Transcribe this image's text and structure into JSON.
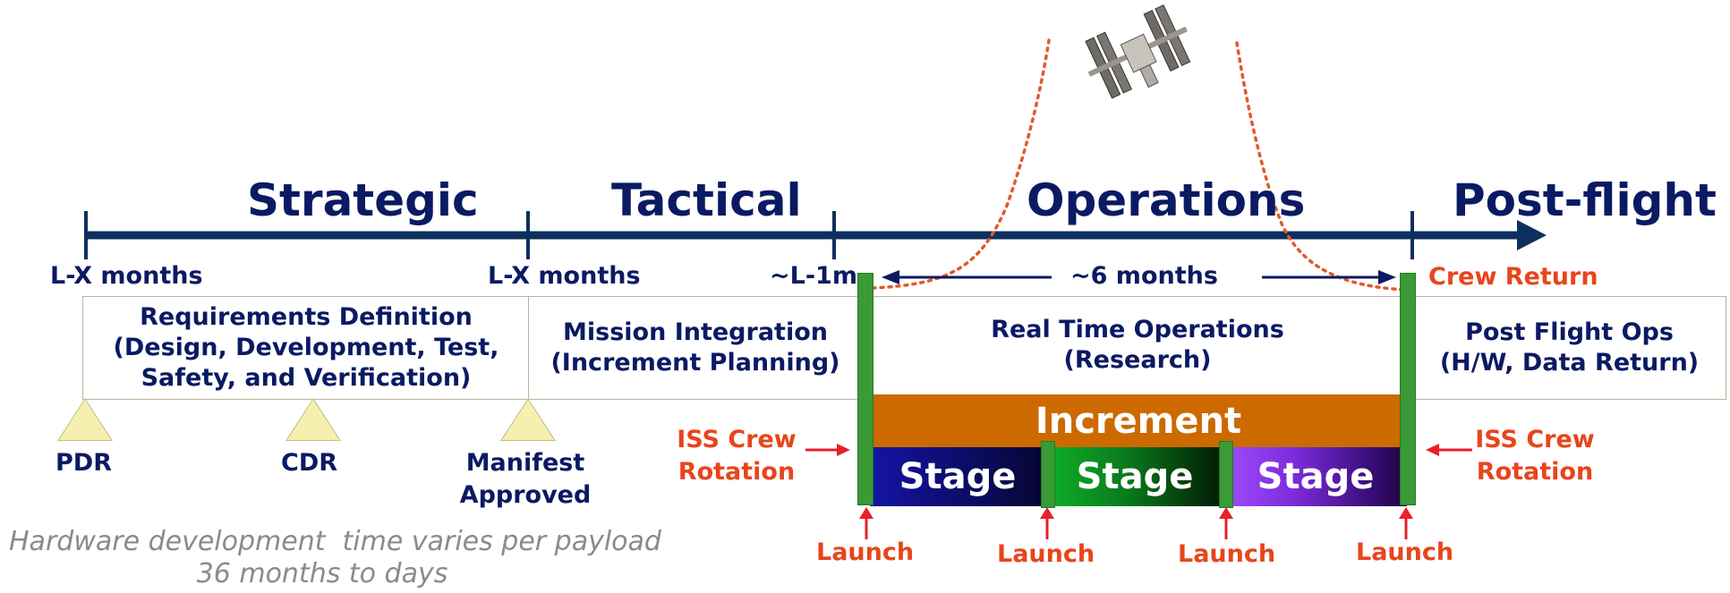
{
  "phases": {
    "strategic": "Strategic",
    "tactical": "Tactical",
    "operations": "Operations",
    "postflight": "Post-flight"
  },
  "milestones": {
    "lx1": "L-X months",
    "lx2": "L-X months",
    "l1m": "~L-1m",
    "six_months": "~6 months",
    "crew_return": "Crew Return"
  },
  "boxes": {
    "requirements": [
      "Requirements Definition",
      "(Design, Development, Test,",
      "Safety, and Verification)"
    ],
    "mission": [
      "Mission Integration",
      "(Increment Planning)"
    ],
    "realtime": [
      "Real Time Operations",
      "(Research)"
    ],
    "postflight": [
      "Post Flight Ops",
      "(H/W, Data Return)"
    ]
  },
  "reviews": {
    "pdr": "PDR",
    "cdr": "CDR",
    "manifest": [
      "Manifest",
      "Approved"
    ]
  },
  "increment": "Increment",
  "stages": [
    "Stage",
    "Stage",
    "Stage"
  ],
  "crew_rotation": {
    "left": [
      "ISS Crew",
      "Rotation"
    ],
    "right": [
      "ISS Crew",
      "Rotation"
    ]
  },
  "launches": [
    "Launch",
    "Launch",
    "Launch",
    "Launch"
  ],
  "note": [
    "Hardware development  time varies per payload",
    "36 months to days"
  ],
  "colors": {
    "navy": "#0a1a63",
    "timeline": "#0d2f5e",
    "orange_red": "#e8451b",
    "increment": "#cc6a00",
    "green_bar": "#3a9a35",
    "review_triangle": "#f6f0b0"
  }
}
